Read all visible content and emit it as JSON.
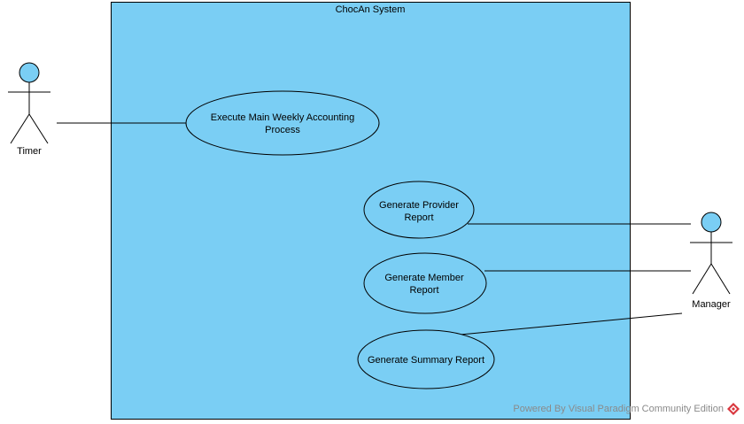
{
  "system": {
    "name": "ChocAn System",
    "fill_color": "#7ACEF4"
  },
  "actors": {
    "timer": {
      "label": "Timer"
    },
    "manager": {
      "label": "Manager"
    }
  },
  "use_cases": {
    "execute_weekly": {
      "line1": "Execute Main Weekly Accounting",
      "line2": "Process"
    },
    "provider_report": {
      "line1": "Generate Provider",
      "line2": "Report"
    },
    "member_report": {
      "line1": "Generate Member",
      "line2": "Report"
    },
    "summary_report": {
      "line1": "Generate Summary Report"
    }
  },
  "watermark": {
    "text": "Powered By Visual Paradigm Community Edition"
  }
}
